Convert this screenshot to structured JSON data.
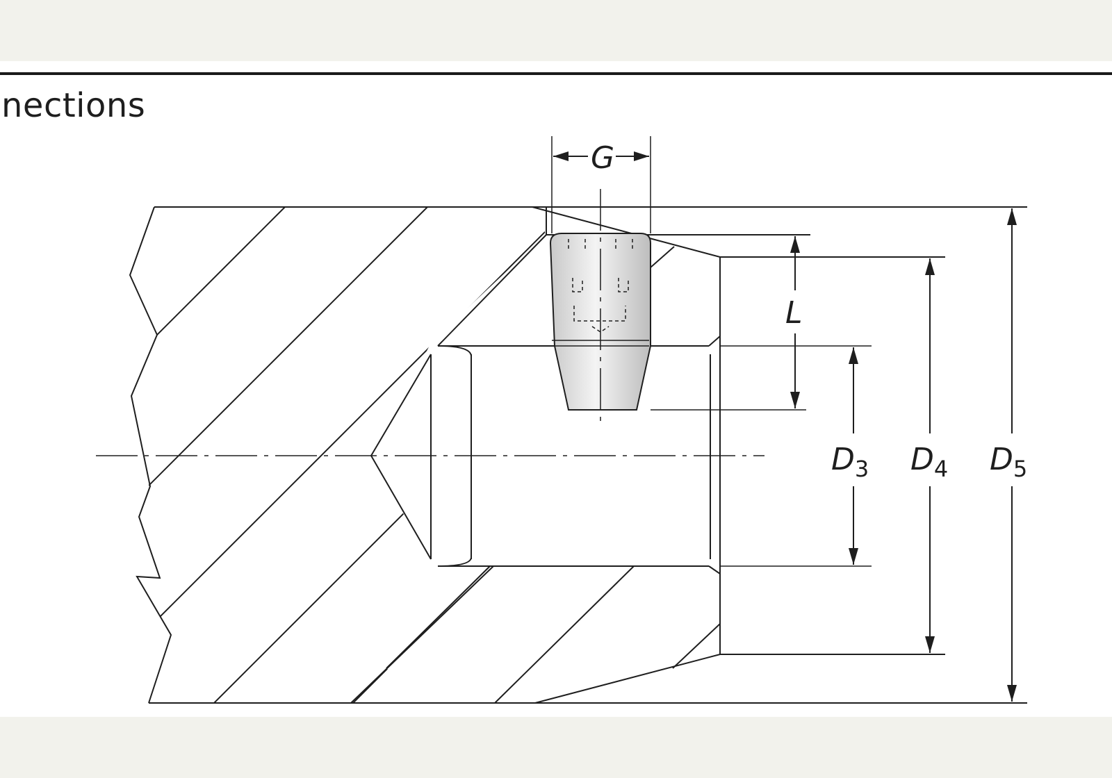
{
  "section": {
    "heading": "nections"
  },
  "drawing": {
    "dimensions": [
      {
        "symbol": "G",
        "subscript": ""
      },
      {
        "symbol": "L",
        "subscript": ""
      },
      {
        "symbol": "D",
        "subscript": "3"
      },
      {
        "symbol": "D",
        "subscript": "4"
      },
      {
        "symbol": "D",
        "subscript": "5"
      }
    ],
    "colors": {
      "line": "#1e1e1e",
      "background": "#ffffff",
      "page": "#f2f2ec"
    }
  }
}
